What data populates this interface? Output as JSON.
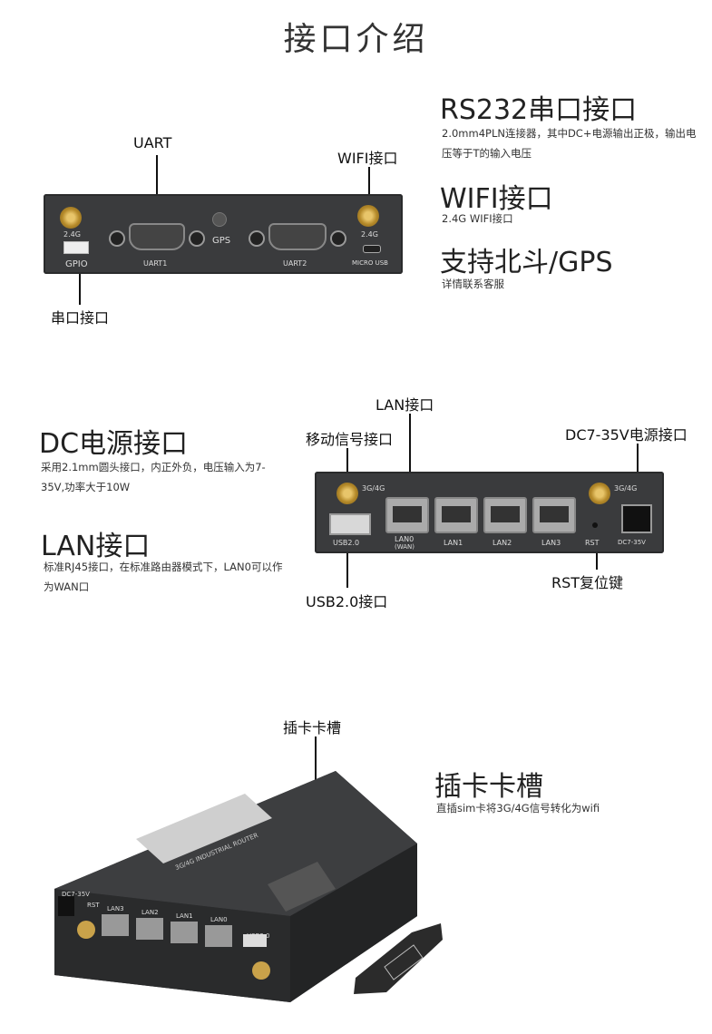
{
  "page_title": "接口介绍",
  "section1": {
    "label_uart": "UART",
    "label_wifi": "WIFI接口",
    "label_serial": "串口接口",
    "device_labels": {
      "ant_left": "2.4G",
      "gpio": "GPIO",
      "uart1": "UART1",
      "gps": "GPS",
      "uart2": "UART2",
      "ant_right": "2.4G",
      "micro_usb": "MICRO USB"
    },
    "features": [
      {
        "title": "RS232串口接口",
        "desc": "2.0mm4PLN连接器，其中DC+电源输出正极，输出电压等于T的输入电压"
      },
      {
        "title": "WIFI接口",
        "desc": "2.4G WIFI接口"
      },
      {
        "title": "支持北斗/GPS",
        "desc": "详情联系客服"
      }
    ]
  },
  "section2": {
    "dc_title": "DC电源接口",
    "dc_desc": "采用2.1mm圆头接口，内正外负，电压输入为7-35V,功率大于10W",
    "lan_title": "LAN接口",
    "lan_desc": "标准RJ45接口，在标准路由器模式下，LAN0可以作为WAN口",
    "label_lan": "LAN接口",
    "label_mobile": "移动信号接口",
    "label_dc": "DC7-35V电源接口",
    "label_rst": "RST复位键",
    "label_usb": "USB2.0接口",
    "device_labels": {
      "ant_left": "3G/4G",
      "ant_right": "3G/4G",
      "usb": "USB2.0",
      "lan0": "LAN0",
      "wan": "(WAN)",
      "lan1": "LAN1",
      "lan2": "LAN2",
      "lan3": "LAN3",
      "rst": "RST",
      "dc": "DC7-35V"
    }
  },
  "section3": {
    "label_sim": "插卡卡槽",
    "title": "插卡卡槽",
    "desc": "直插sim卡将3G/4G信号转化为wifi",
    "device_labels": {
      "top_label": "3G/4G INDUSTRIAL ROUTER",
      "dc": "DC7-35V",
      "rst": "RST",
      "lan3": "LAN3",
      "lan2": "LAN2",
      "lan1": "LAN1",
      "lan0": "LAN0",
      "usb": "USB2.0"
    }
  },
  "colors": {
    "device_body": "#3a3b3d",
    "antenna": "#c9a24a",
    "text": "#222222"
  }
}
